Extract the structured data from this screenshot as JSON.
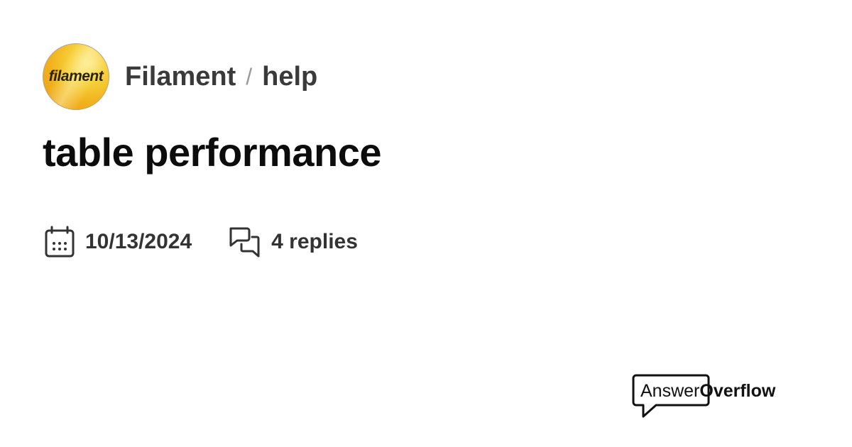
{
  "header": {
    "logo_text": "filament",
    "server_name": "Filament",
    "separator": "/",
    "channel_name": "help"
  },
  "thread": {
    "title": "table performance",
    "date": "10/13/2024",
    "replies": "4 replies"
  },
  "icons": {
    "date": "calendar-icon",
    "replies": "chat-bubbles-icon"
  },
  "brand": {
    "part1": "Answer",
    "part2": "Overflow"
  },
  "colors": {
    "text_primary": "#0c0c0c",
    "text_secondary": "#3a3a3a",
    "logo_gold": "#f1b21c"
  }
}
